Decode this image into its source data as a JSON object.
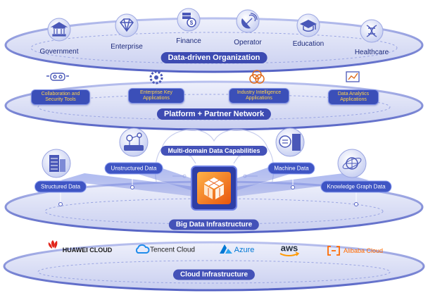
{
  "colors": {
    "ring_dark": "#3c4ab4",
    "ring_light": "#dfe3f8",
    "pill_bg": "#3b4fb8",
    "pill_text": "#ffd24a",
    "huawei_red": "#e1251b",
    "tencent_blue": "#1f8ceb",
    "azure_blue": "#0078d4",
    "aws_orange": "#ff9900",
    "alibaba_orange": "#ff6a00"
  },
  "industries": [
    {
      "label": "Government",
      "icon": "government-building-icon"
    },
    {
      "label": "Enterprise",
      "icon": "diamond-icon"
    },
    {
      "label": "Finance",
      "icon": "dollar-coin-icon"
    },
    {
      "label": "Operator",
      "icon": "satellite-dish-icon"
    },
    {
      "label": "Education",
      "icon": "graduation-cap-icon"
    },
    {
      "label": "Healthcare",
      "icon": "dna-icon"
    }
  ],
  "layers": {
    "organization": "Data-driven Organization",
    "platform": "Platform + Partner Network",
    "capabilities": "Multi-domain Data Capabilities",
    "big_data": "Big Data Infrastructure",
    "cloud": "Cloud Infrastructure"
  },
  "applications": [
    {
      "label": "Collaboration and Security Tools",
      "icon": "vr-headset-icon"
    },
    {
      "label": "Enterprise Key Applications",
      "icon": "gear-icon"
    },
    {
      "label": "Industry Intelligence Applications",
      "icon": "venn-circles-icon"
    },
    {
      "label": "Data Analytics Applications",
      "icon": "analytics-chart-icon"
    }
  ],
  "data_types": [
    {
      "label": "Structured Data",
      "icon": "server-rack-icon"
    },
    {
      "label": "Unstructured Data",
      "icon": "network-nodes-icon"
    },
    {
      "label": "Machine Data",
      "icon": "machine-head-icon"
    },
    {
      "label": "Knowledge Graph Data",
      "icon": "globe-orbit-icon"
    }
  ],
  "vendors": [
    {
      "label": "HUAWEI CLOUD",
      "icon": "huawei-logo-icon"
    },
    {
      "label": "Tencent Cloud",
      "icon": "tencent-cloud-logo-icon"
    },
    {
      "label": "Azure",
      "icon": "azure-logo-icon"
    },
    {
      "label": "aws",
      "icon": "aws-logo-icon"
    },
    {
      "label": "Alibaba Cloud",
      "icon": "alibaba-logo-icon"
    }
  ]
}
